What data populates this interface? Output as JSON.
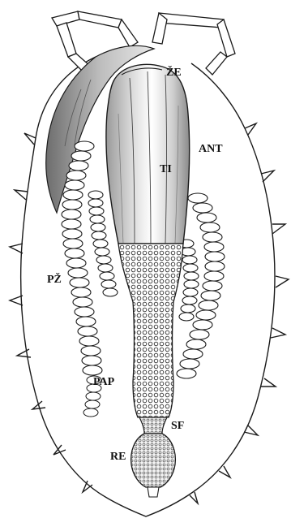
{
  "labels": {
    "ze": "ŽE",
    "ant": "ANT",
    "ti": "TI",
    "pz": "PŽ",
    "pap": "PAP",
    "sf": "SF",
    "re": "RE"
  },
  "colors": {
    "ink": "#1a1a1a",
    "shade": "#8c8c8c",
    "background": "#ffffff"
  }
}
